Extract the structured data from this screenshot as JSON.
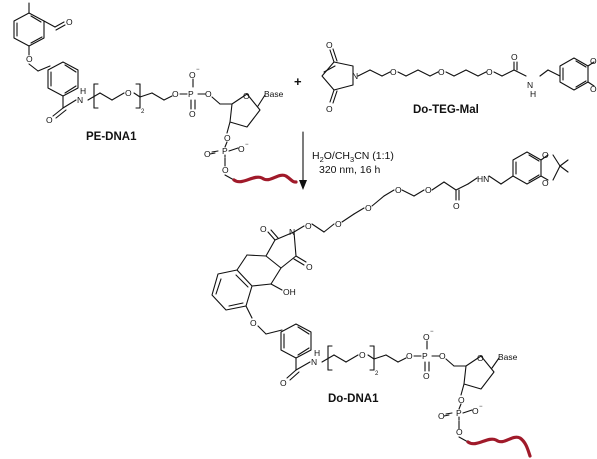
{
  "compounds": {
    "pe_dna1": {
      "name": "PE-DNA1"
    },
    "do_teg_mal": {
      "name": "Do-TEG-Mal"
    },
    "do_dna1": {
      "name": "Do-DNA1"
    }
  },
  "reaction": {
    "plus": "+",
    "solvent_prefix": "H",
    "solvent_sub1": "2",
    "solvent_mid": "O/CH",
    "solvent_sub2": "3",
    "solvent_suffix": "CN (1:1)",
    "conditions": "320 nm, 16 h"
  },
  "atoms": {
    "O": "O",
    "N": "N",
    "H": "H",
    "NH": "NH",
    "HN": "HN",
    "P": "P",
    "OH": "OH",
    "base": "Base",
    "minus": "−",
    "two": "2"
  },
  "colors": {
    "dna_strand": "#a01a2a",
    "bond": "#111111"
  }
}
